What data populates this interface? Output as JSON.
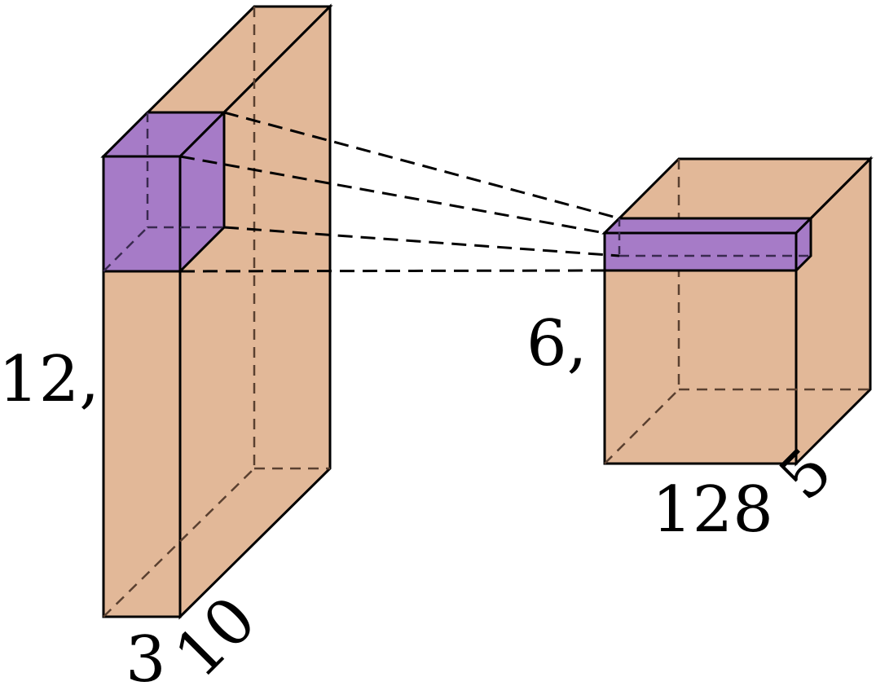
{
  "colors": {
    "block_fill": "#E2B898",
    "kernel_fill": "#A67BC7",
    "edge": "#000000",
    "hidden_edge_on_block": "#5a4030",
    "kernel_hidden_edge": "#3a2a50"
  },
  "input_block": {
    "height_label": "12,",
    "width_label": "3",
    "depth_label": "10"
  },
  "output_block": {
    "height_label": "6,",
    "width_label": "128",
    "depth_label": "5"
  }
}
